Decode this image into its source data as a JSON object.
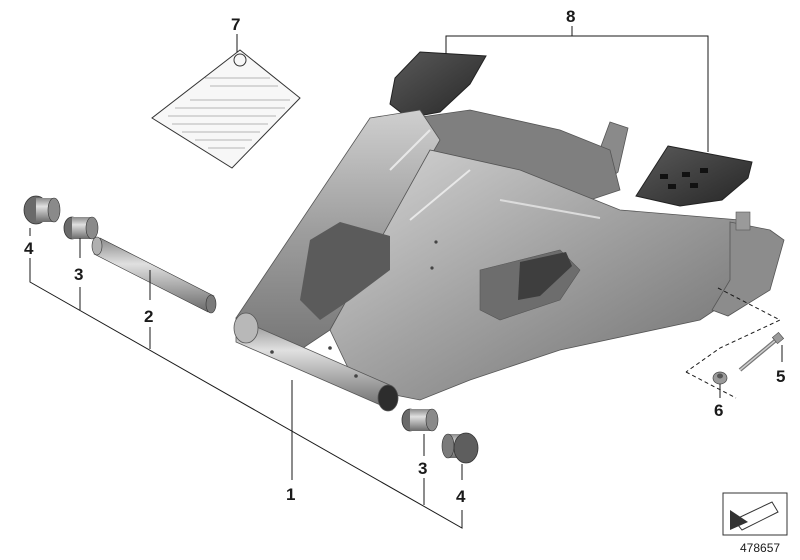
{
  "callouts": {
    "c1": "1",
    "c2": "2",
    "c3a": "3",
    "c3b": "3",
    "c4a": "4",
    "c4b": "4",
    "c5": "5",
    "c6": "6",
    "c7": "7",
    "c8": "8"
  },
  "diagram_number": "478657",
  "colors": {
    "frame": "#9a9a9a",
    "frame_light": "#c9c9c9",
    "frame_dark": "#5e5e5e",
    "cover": "#3a3a3a",
    "lines": "#1a1a1a"
  }
}
